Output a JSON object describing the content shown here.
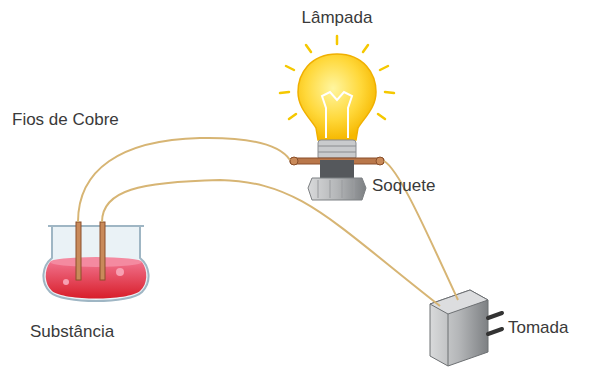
{
  "diagram": {
    "labels": [
      "Lâmpada",
      "Fios de Cobre",
      "Soquete",
      "Substância",
      "Tomada"
    ]
  }
}
